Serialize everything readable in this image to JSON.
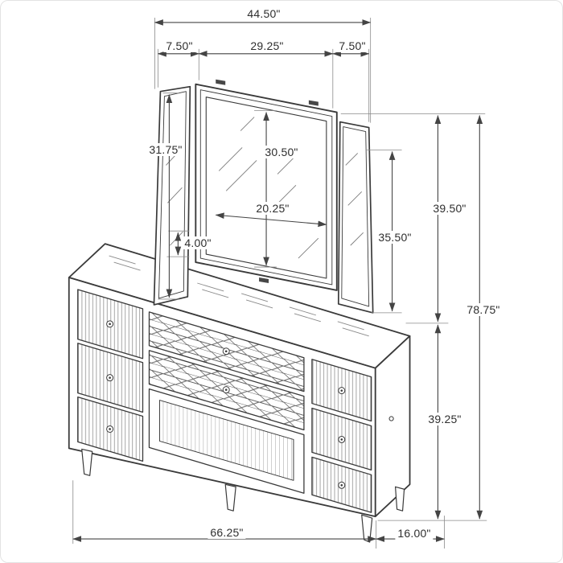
{
  "diagram": {
    "subject": "dresser-with-trifold-mirror-dimension-drawing",
    "units": "inches",
    "dimensions": {
      "mirror_overall_width": "44.50\"",
      "mirror_left_panel_width": "7.50\"",
      "mirror_center_width": "29.25\"",
      "mirror_right_panel_width": "7.50\"",
      "mirror_left_panel_height": "31.75\"",
      "mirror_center_glass_height": "30.50\"",
      "mirror_center_glass_width": "20.25\"",
      "mirror_frame_bottom_offset": "4.00\"",
      "mirror_right_panel_height": "35.50\"",
      "mirror_assembly_height": "39.50\"",
      "overall_height": "78.75\"",
      "dresser_height": "39.25\"",
      "dresser_width": "66.25\"",
      "dresser_depth": "16.00\""
    },
    "colors": {
      "background": "#ffffff",
      "line": "#3a3a3a",
      "dimension_line": "#444444",
      "text": "#2e2e2e"
    }
  }
}
